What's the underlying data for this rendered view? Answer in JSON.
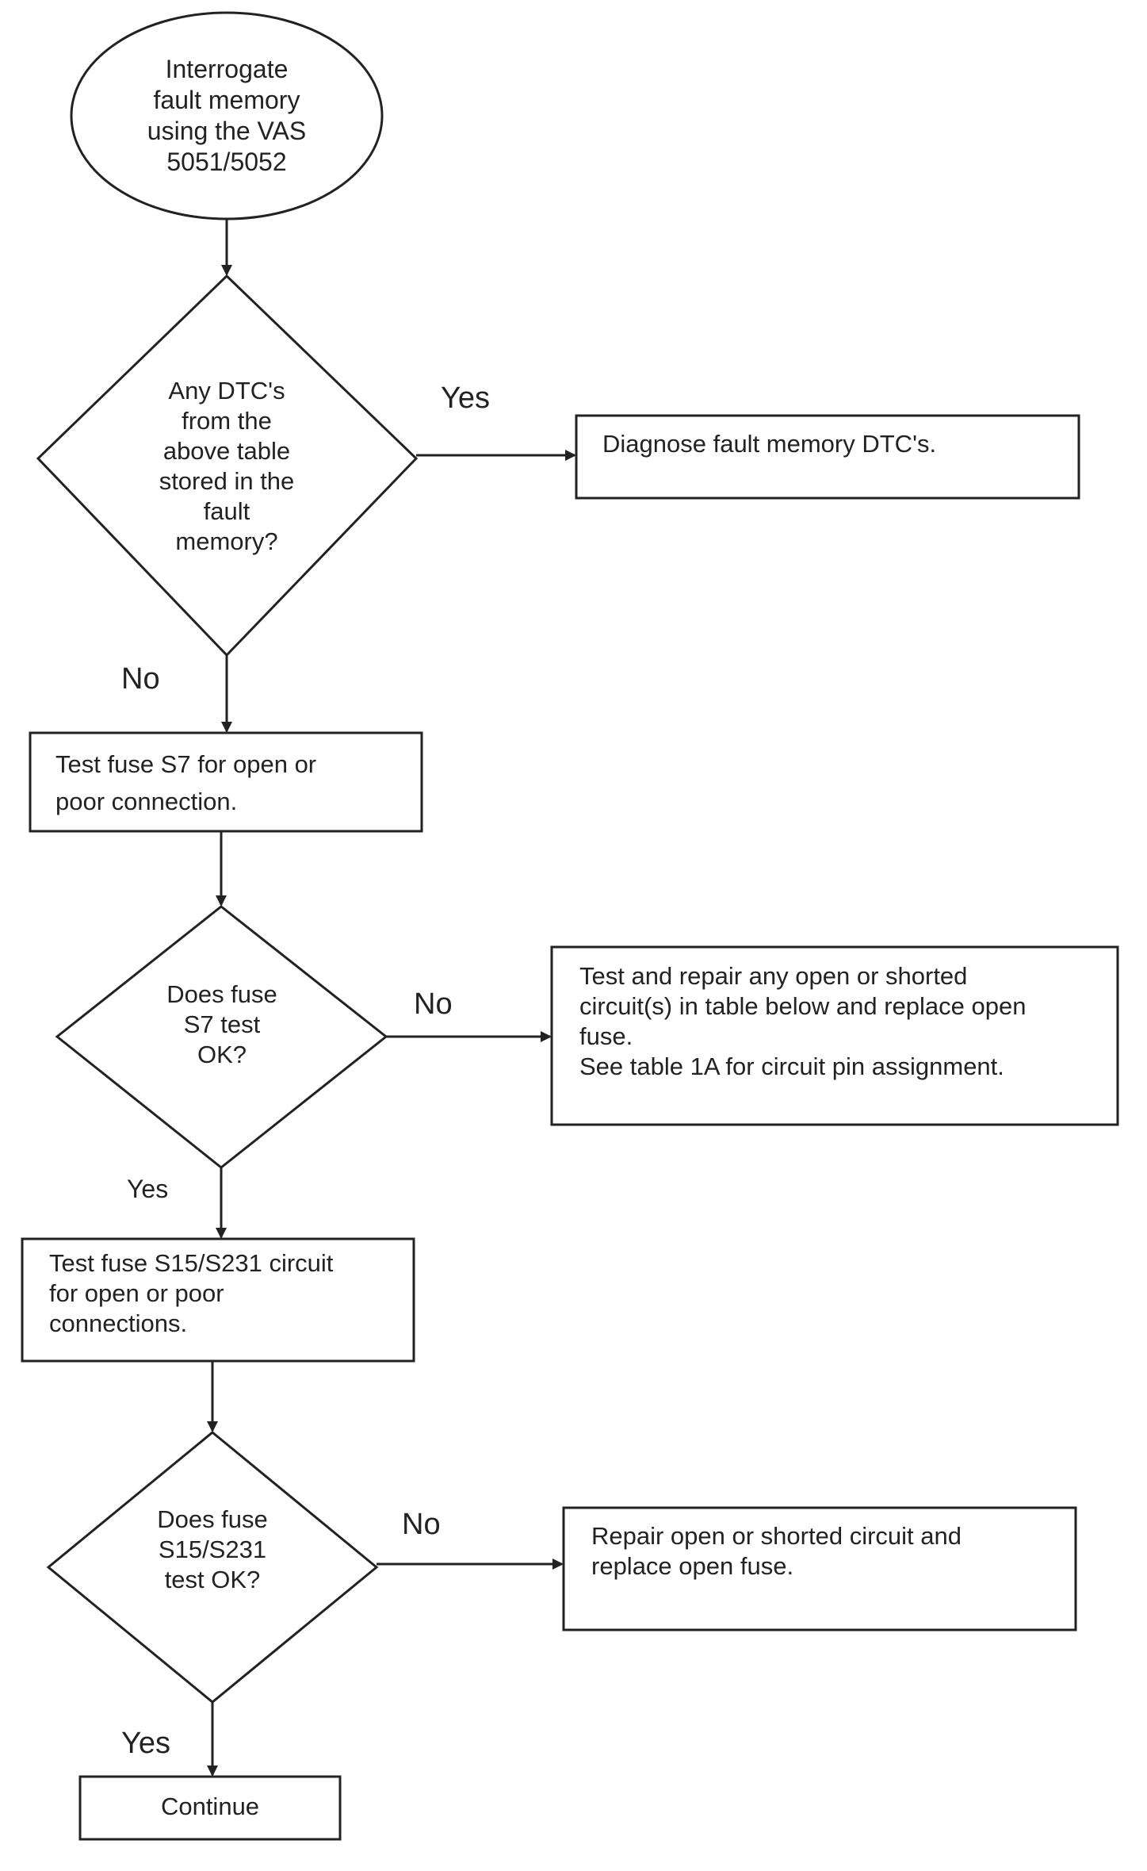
{
  "flowchart": {
    "nodes": {
      "start": {
        "shape": "ellipse",
        "text": "Interrogate\nfault memory\nusing the VAS\n5051/5052"
      },
      "decision_dtc": {
        "shape": "diamond",
        "text": "Any DTC's\nfrom the\nabove table\nstored in the\nfault\nmemory?"
      },
      "diagnose": {
        "shape": "rectangle",
        "text": "Diagnose fault memory DTC's."
      },
      "test_fuse_s7": {
        "shape": "rectangle",
        "text": "Test fuse S7 for open or\npoor connection."
      },
      "decision_s7": {
        "shape": "diamond",
        "text": "Does fuse\nS7 test\nOK?"
      },
      "repair_s7": {
        "shape": "rectangle",
        "text": "Test and repair any open or shorted\ncircuit(s) in table below and replace open\nfuse.\nSee table 1A for circuit pin assignment."
      },
      "test_fuse_s15": {
        "shape": "rectangle",
        "text": "Test fuse S15/S231 circuit\nfor open or poor\nconnections."
      },
      "decision_s15": {
        "shape": "diamond",
        "text": "Does fuse\nS15/S231\ntest OK?"
      },
      "repair_s15": {
        "shape": "rectangle",
        "text": "Repair open or shorted circuit and\nreplace open fuse."
      },
      "continue": {
        "shape": "rectangle",
        "text": "Continue"
      }
    },
    "edges": [
      {
        "from": "start",
        "to": "decision_dtc",
        "label": ""
      },
      {
        "from": "decision_dtc",
        "to": "diagnose",
        "label": "Yes"
      },
      {
        "from": "decision_dtc",
        "to": "test_fuse_s7",
        "label": "No"
      },
      {
        "from": "test_fuse_s7",
        "to": "decision_s7",
        "label": ""
      },
      {
        "from": "decision_s7",
        "to": "repair_s7",
        "label": "No"
      },
      {
        "from": "decision_s7",
        "to": "test_fuse_s15",
        "label": "Yes"
      },
      {
        "from": "test_fuse_s15",
        "to": "decision_s15",
        "label": ""
      },
      {
        "from": "decision_s15",
        "to": "repair_s15",
        "label": "No"
      },
      {
        "from": "decision_s15",
        "to": "continue",
        "label": "Yes"
      }
    ]
  }
}
